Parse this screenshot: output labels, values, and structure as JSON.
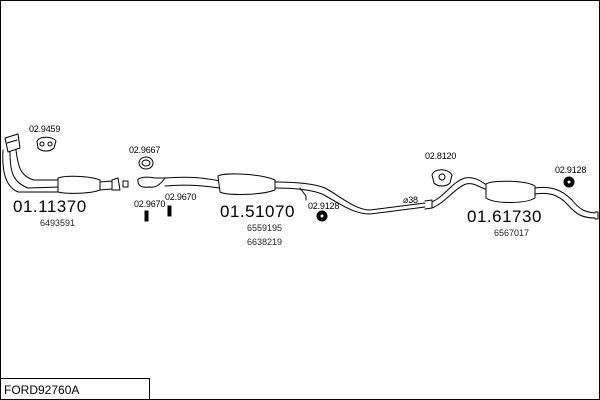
{
  "diagram_code": "FORD92760A",
  "parts": [
    {
      "main": "01.11370",
      "oe": [
        "6493591"
      ]
    },
    {
      "main": "01.51070",
      "oe": [
        "6559195",
        "6638219"
      ]
    },
    {
      "main": "01.61730",
      "oe": [
        "6567017"
      ]
    }
  ],
  "accessories": [
    {
      "ref": "02.9459"
    },
    {
      "ref": "02.9667"
    },
    {
      "ref": "02.9670"
    },
    {
      "ref": "02.9670"
    },
    {
      "ref": "02.9128"
    },
    {
      "ref": "⌀38"
    },
    {
      "ref": "02.8120"
    },
    {
      "ref": "02.9128"
    }
  ]
}
